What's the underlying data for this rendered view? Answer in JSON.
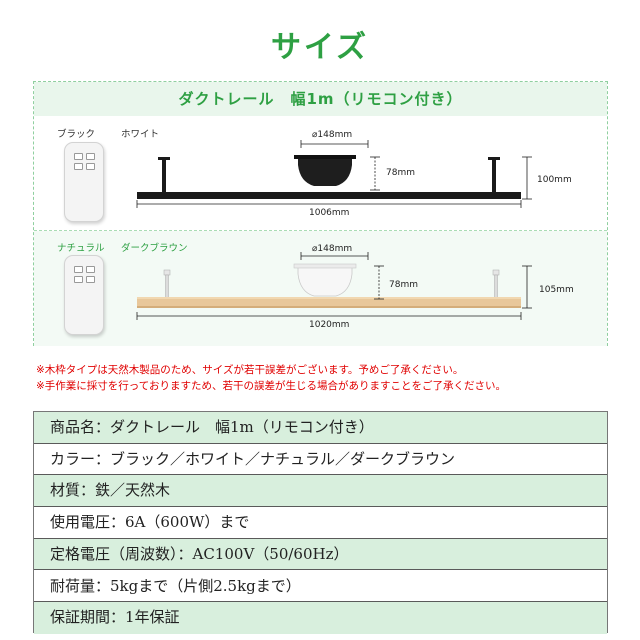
{
  "title": "サイズ",
  "panel": {
    "header": "ダクトレール　幅1m（リモコン付き）",
    "top": {
      "color_label_1": "ブラック",
      "color_label_2": "ホワイト",
      "diameter": "⌀148mm",
      "depth": "78mm",
      "height": "100mm",
      "width": "1006mm"
    },
    "bottom": {
      "color_label_1": "ナチュラル",
      "color_label_2": "ダークブラウン",
      "diameter": "⌀148mm",
      "depth": "78mm",
      "height": "105mm",
      "width": "1020mm"
    }
  },
  "notes": [
    "※木枠タイプは天然木製品のため、サイズが若干誤差がございます。予めご了承ください。",
    "※手作業に採寸を行っておりますため、若干の誤差が生じる場合がありますことをご了承ください。"
  ],
  "specs": [
    "商品名：ダクトレール　幅1m（リモコン付き）",
    "カラー：ブラック／ホワイト／ナチュラル／ダークブラウン",
    "材質：鉄／天然木",
    "使用電圧：6A（600W）まで",
    "定格電圧（周波数）：AC100V（50/60Hz）",
    "耐荷量：5kgまで（片側2.5kgまで）",
    "保証期間：1年保証"
  ],
  "colors": {
    "accent_green": "#2ea043",
    "row_highlight": "#d8efdd",
    "note_red": "#e00000",
    "black_rail": "#1a1a1a",
    "wood_rail": "#e8c79a"
  }
}
